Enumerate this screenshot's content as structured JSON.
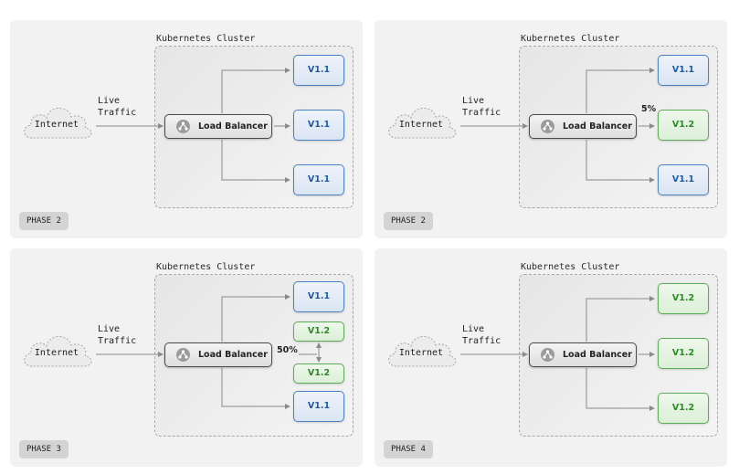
{
  "panels": [
    {
      "cluster_label": "Kubernetes Cluster",
      "internet_label": "Internet",
      "traffic_label_1": "Live",
      "traffic_label_2": "Traffic",
      "load_balancer_label": "Load Balancer",
      "nodes": [
        {
          "label": "V1.1",
          "color": "blue"
        },
        {
          "label": "V1.1",
          "color": "blue"
        },
        {
          "label": "V1.1",
          "color": "blue"
        }
      ],
      "phase_label": "PHASE 2"
    },
    {
      "cluster_label": "Kubernetes Cluster",
      "internet_label": "Internet",
      "traffic_label_1": "Live",
      "traffic_label_2": "Traffic",
      "load_balancer_label": "Load Balancer",
      "split_label": "5%",
      "nodes": [
        {
          "label": "V1.1",
          "color": "blue"
        },
        {
          "label": "V1.2",
          "color": "green"
        },
        {
          "label": "V1.1",
          "color": "blue"
        }
      ],
      "phase_label": "PHASE 2"
    },
    {
      "cluster_label": "Kubernetes Cluster",
      "internet_label": "Internet",
      "traffic_label_1": "Live",
      "traffic_label_2": "Traffic",
      "load_balancer_label": "Load Balancer",
      "split_label": "50%",
      "nodes": [
        {
          "label": "V1.1",
          "color": "blue"
        },
        {
          "label": "V1.2",
          "color": "green"
        },
        {
          "label": "V1.2",
          "color": "green"
        },
        {
          "label": "V1.1",
          "color": "blue"
        }
      ],
      "phase_label": "PHASE 3"
    },
    {
      "cluster_label": "Kubernetes Cluster",
      "internet_label": "Internet",
      "traffic_label_1": "Live",
      "traffic_label_2": "Traffic",
      "load_balancer_label": "Load Balancer",
      "nodes": [
        {
          "label": "V1.2",
          "color": "green"
        },
        {
          "label": "V1.2",
          "color": "green"
        },
        {
          "label": "V1.2",
          "color": "green"
        }
      ],
      "phase_label": "PHASE 4"
    }
  ],
  "colors": {
    "blue_border": "#4a80c8",
    "blue_text": "#1f5aa8",
    "green_border": "#5cab55",
    "green_text": "#2b8a25",
    "wire": "#8a8a8a"
  },
  "icons": [
    "cloud-icon",
    "load-balancer-icon",
    "arrow-icon"
  ]
}
